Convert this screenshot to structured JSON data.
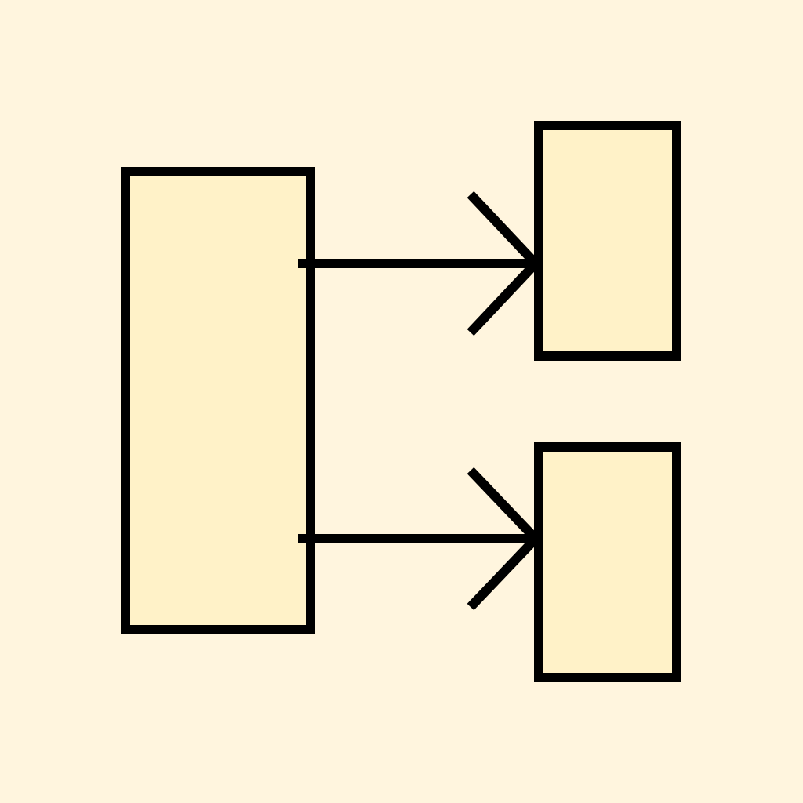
{
  "colors": {
    "background": "#FFF5DE",
    "box_fill": "#FFF2C8",
    "stroke": "#000000"
  },
  "diagram": {
    "nodes": [
      {
        "id": "source",
        "label": ""
      },
      {
        "id": "target-top",
        "label": ""
      },
      {
        "id": "target-bottom",
        "label": ""
      }
    ],
    "edges": [
      {
        "from": "source",
        "to": "target-top",
        "arrowhead": "open-chevron"
      },
      {
        "from": "source",
        "to": "target-bottom",
        "arrowhead": "open-chevron"
      }
    ]
  }
}
